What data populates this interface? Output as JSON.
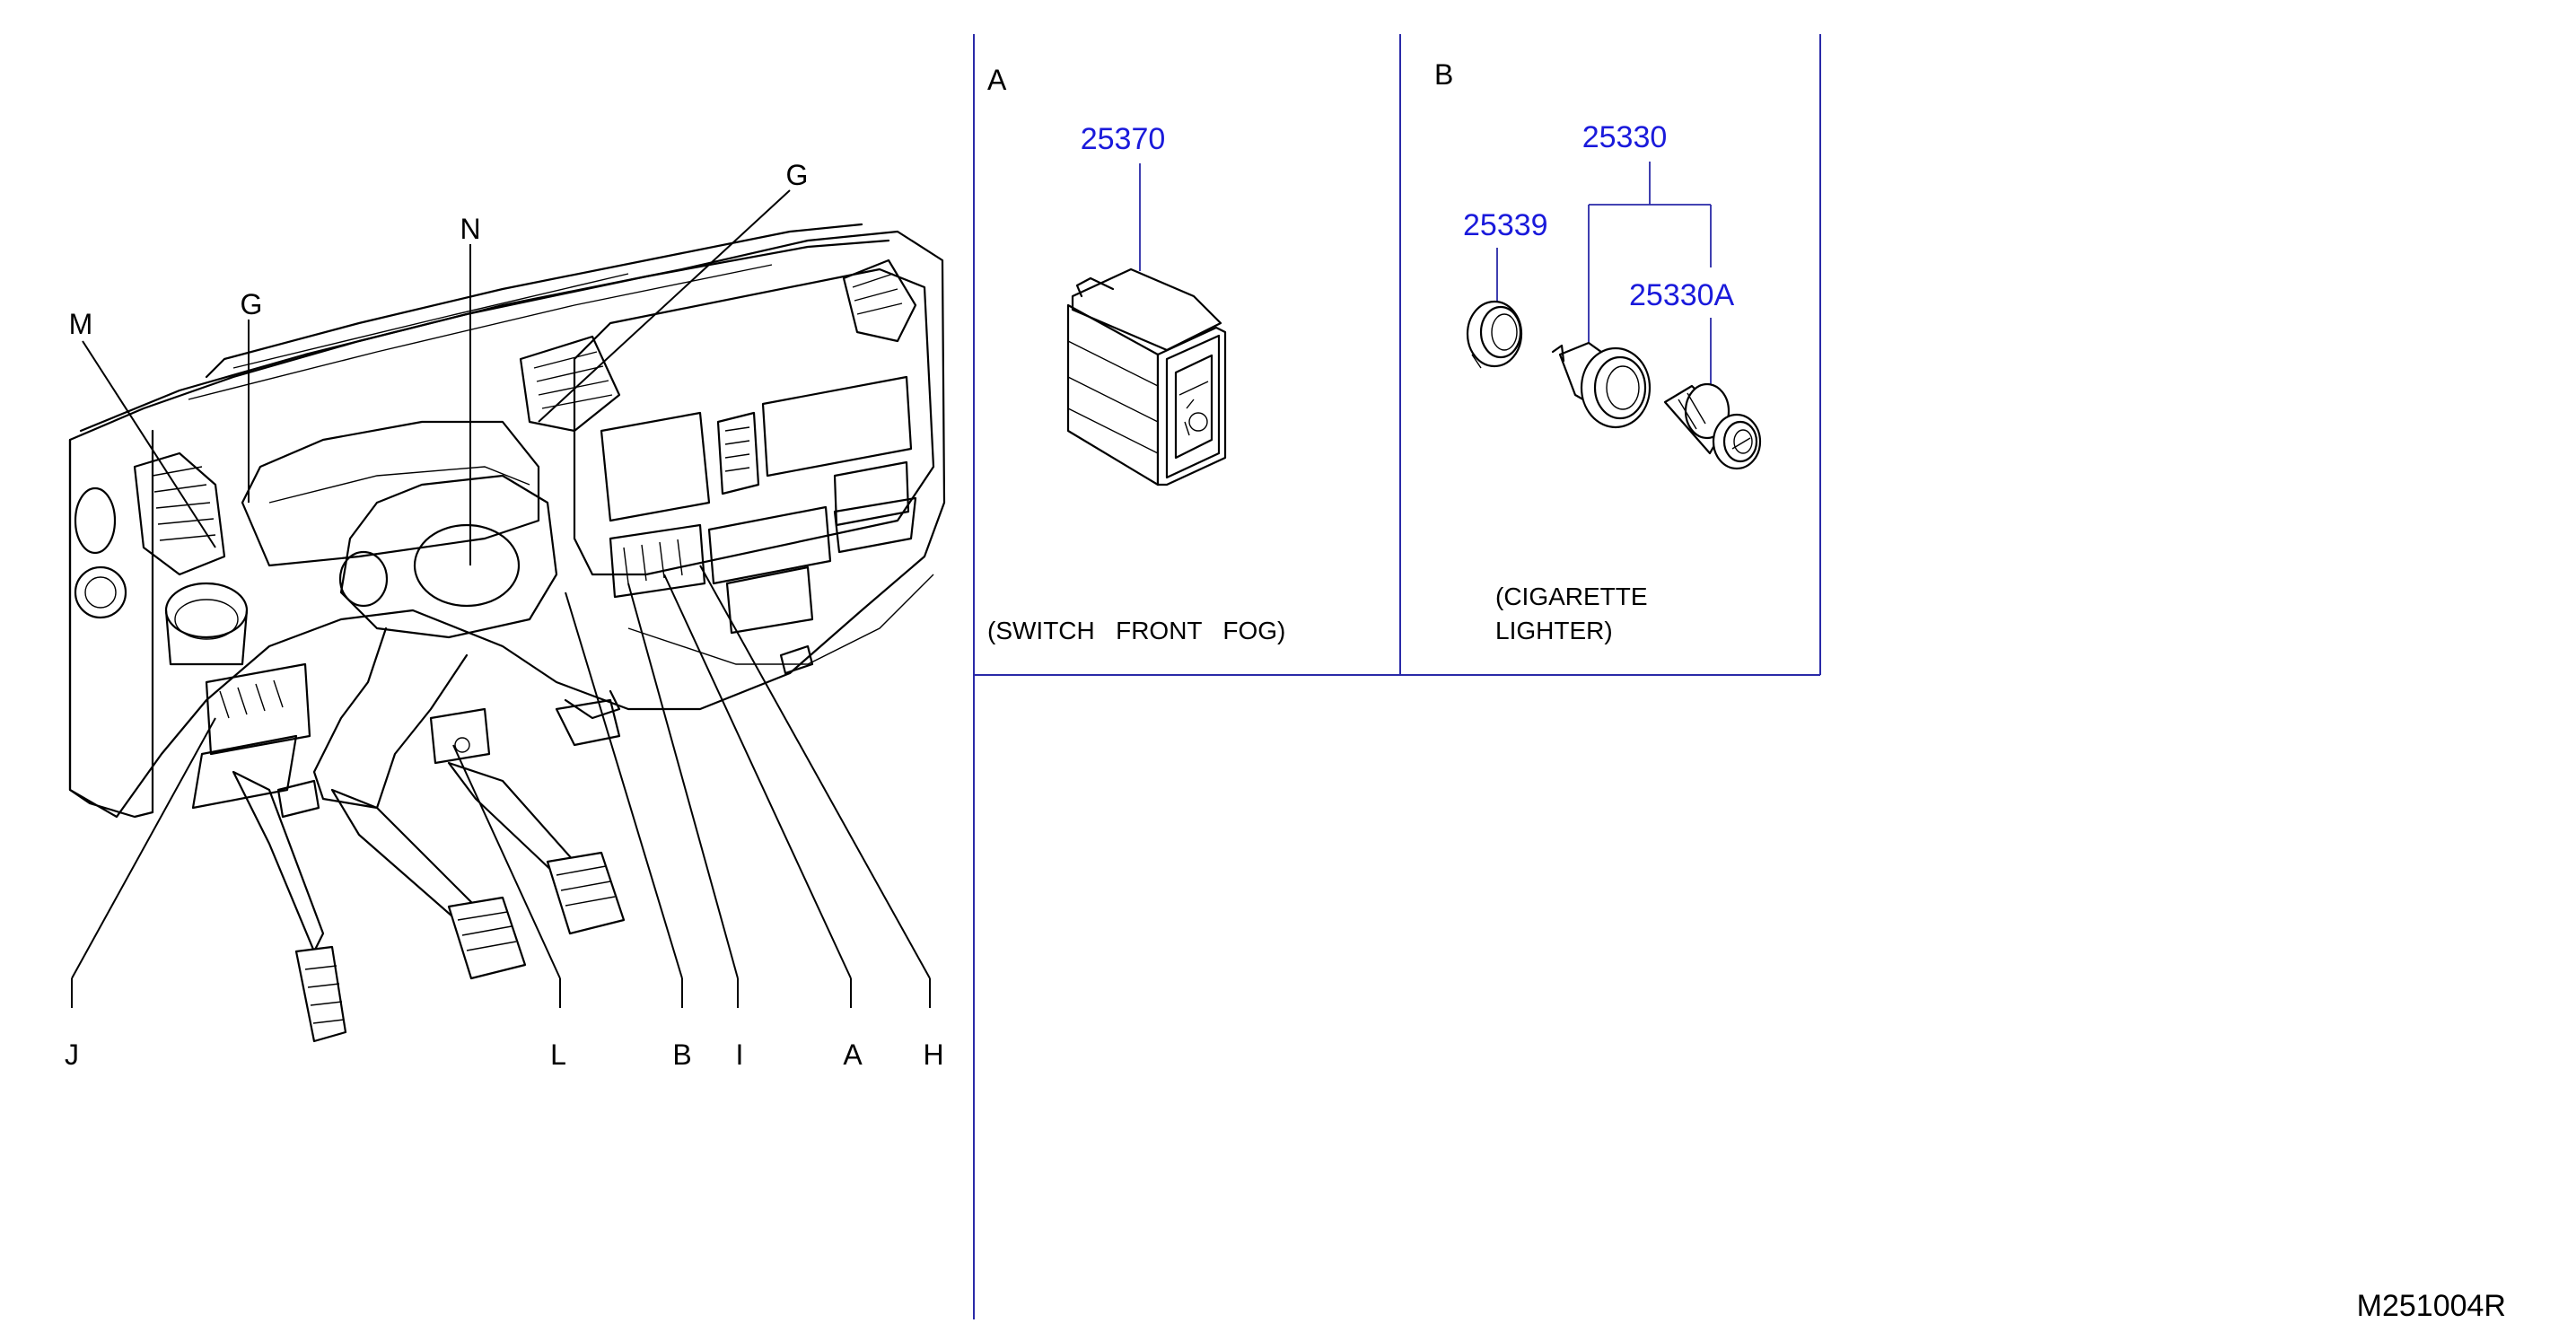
{
  "overview": {
    "callouts": [
      "M",
      "G",
      "N",
      "G",
      "J",
      "L",
      "B",
      "I",
      "A",
      "H"
    ]
  },
  "panel_a": {
    "letter": "A",
    "part_number": "25370",
    "caption": "(SWITCH   FRONT   FOG)"
  },
  "panel_b": {
    "letter": "B",
    "part_numbers": [
      "25330",
      "25339",
      "25330A"
    ],
    "caption_line1": "(CIGARETTE",
    "caption_line2": "LIGHTER)"
  },
  "reference_code": "M251004R",
  "colors": {
    "part_number": "#1a1adb",
    "frame": "#2a2aa8",
    "ink": "#000000"
  }
}
